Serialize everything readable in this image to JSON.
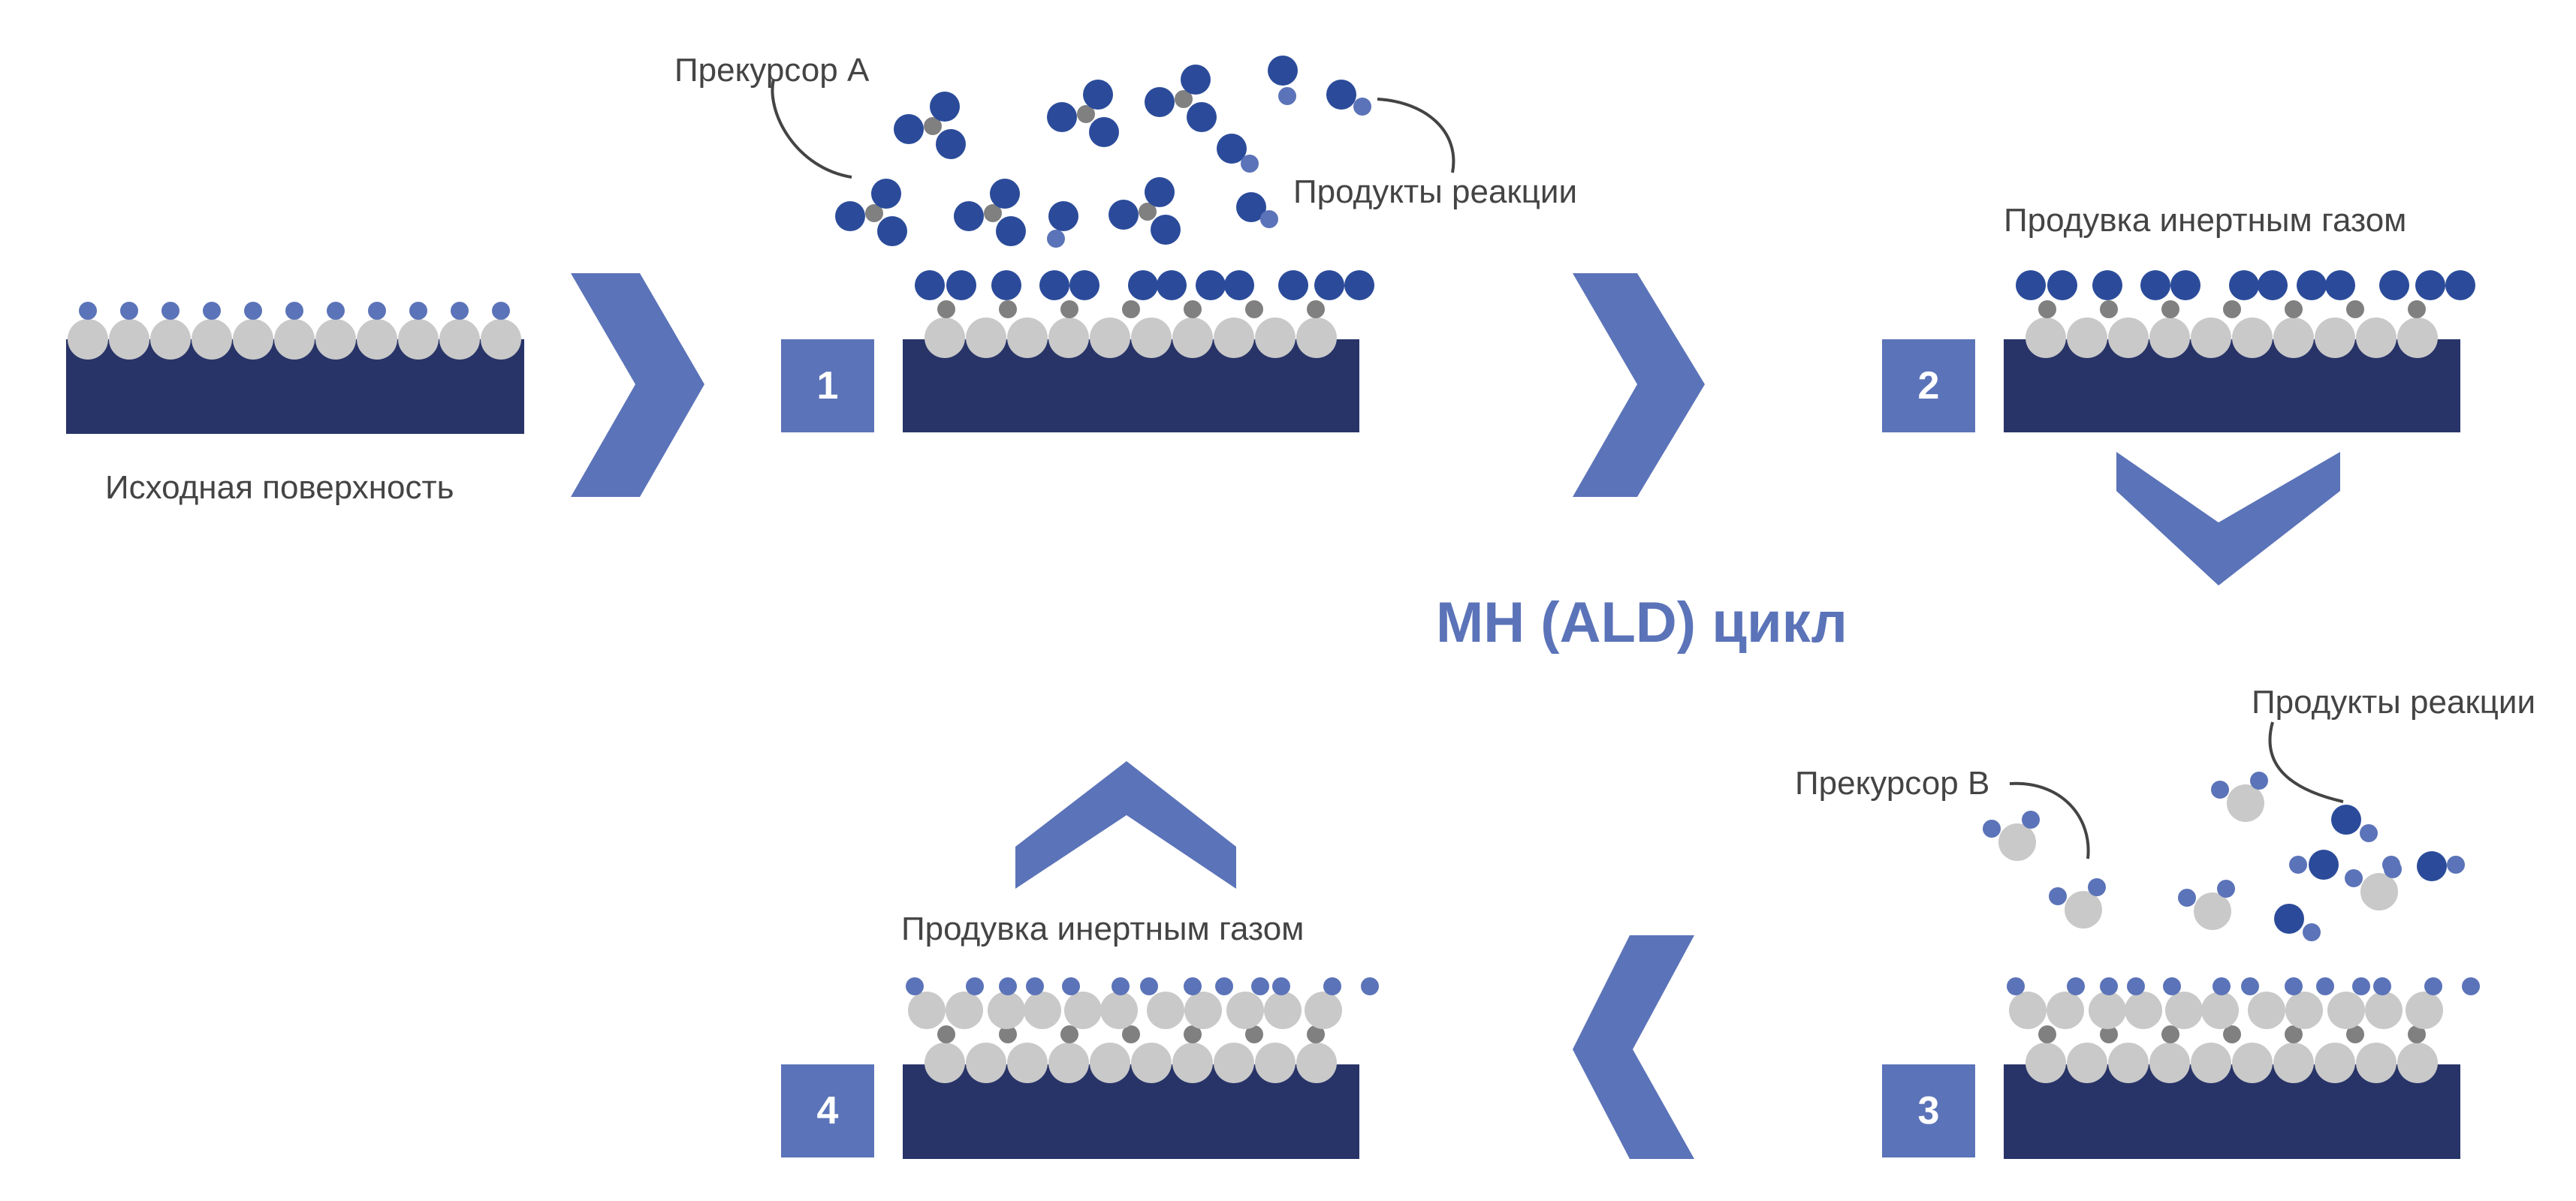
{
  "title": "МН (ALD) цикл",
  "colors": {
    "substrate": "#283468",
    "accent": "#5b73b8",
    "precursor_a": "#2b4b9a",
    "precursor_b_small": "#5b73b8",
    "surface_atom": "#c9c9c9",
    "bond_atom": "#808080",
    "text": "#444444"
  },
  "labels": {
    "initial_surface": "Исходная поверхность",
    "precursor_a": "Прекурсор А",
    "reaction_products_1": "Продукты реакции",
    "purge_1": "Продувка инертным газом",
    "precursor_b": "Прекурсор В",
    "reaction_products_2": "Продукты реакции",
    "purge_2": "Продувка инертным газом"
  },
  "steps": [
    "1",
    "2",
    "3",
    "4"
  ]
}
